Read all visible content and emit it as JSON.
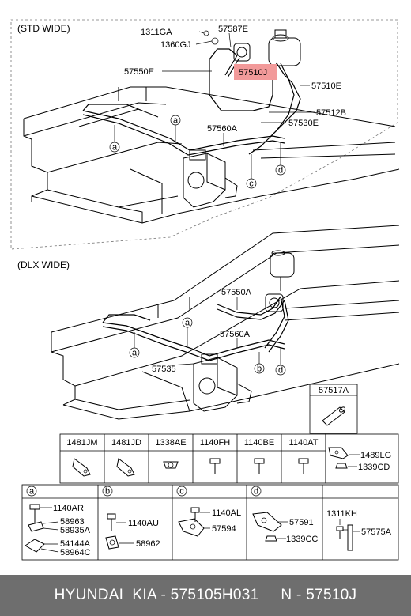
{
  "sections": {
    "std": "(STD WIDE)",
    "dlx": "(DLX WIDE)"
  },
  "callouts": {
    "std": {
      "p1311GA": "1311GA",
      "p1360GJ": "1360GJ",
      "p57587E": "57587E",
      "p57550E": "57550E",
      "p57510J": "57510J",
      "p57510E": "57510E",
      "p57512B": "57512B",
      "p57530E": "57530E",
      "p57560A": "57560A"
    },
    "dlx": {
      "p57550A": "57550A",
      "p57560A": "57560A",
      "p57535": "57535"
    },
    "p57517A": "57517A"
  },
  "letters": {
    "a": "a",
    "b": "b",
    "c": "c",
    "d": "d"
  },
  "parts_table": {
    "top_row": [
      "1481JM",
      "1481JD",
      "1338AE",
      "1140FH",
      "1140BE",
      "1140AT"
    ],
    "right_labels": [
      "1489LG",
      "1339CD"
    ],
    "groups": {
      "a": [
        "1140AR",
        "58963",
        "58935A",
        "54144A",
        "58964C"
      ],
      "b": [
        "1140AU",
        "58962"
      ],
      "c": [
        "1140AL",
        "57594"
      ],
      "d": [
        "57591",
        "1339CC"
      ],
      "e": [
        "1311KH",
        "57575A"
      ]
    }
  },
  "highlight_color": "#f29a9a",
  "footer": "HYUNDAI  KIA - 575105H031     N - 57510J"
}
